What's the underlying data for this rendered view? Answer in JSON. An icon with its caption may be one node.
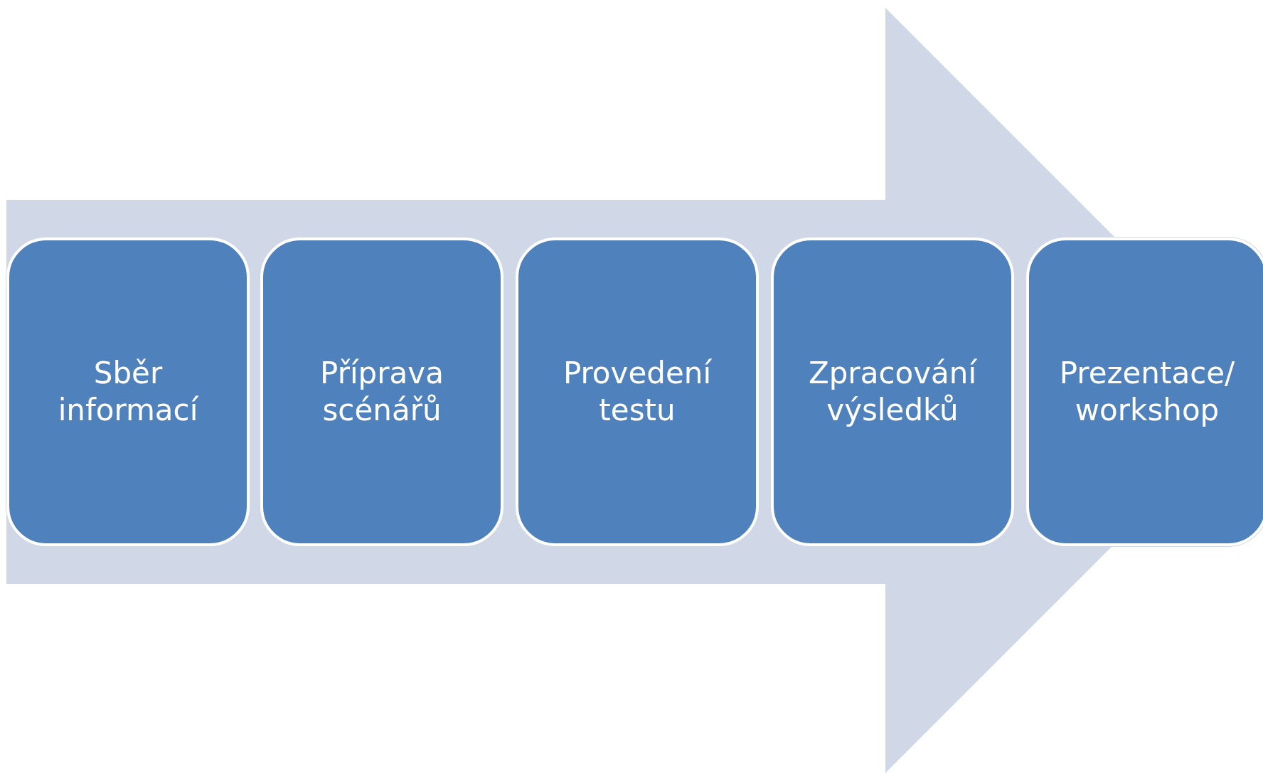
{
  "diagram": {
    "nodes": [
      {
        "text": [
          "Sběr informací"
        ]
      },
      {
        "text": [
          "Příprava scénářů"
        ]
      },
      {
        "text": [
          "Provedení testu"
        ]
      },
      {
        "text": [
          "Zpracování výsledků"
        ]
      },
      {
        "text": [
          "Prezentace/ workshop"
        ]
      }
    ],
    "edges": [
      {
        "from": 0,
        "to": 4,
        "arrow": "to"
      }
    ]
  }
}
